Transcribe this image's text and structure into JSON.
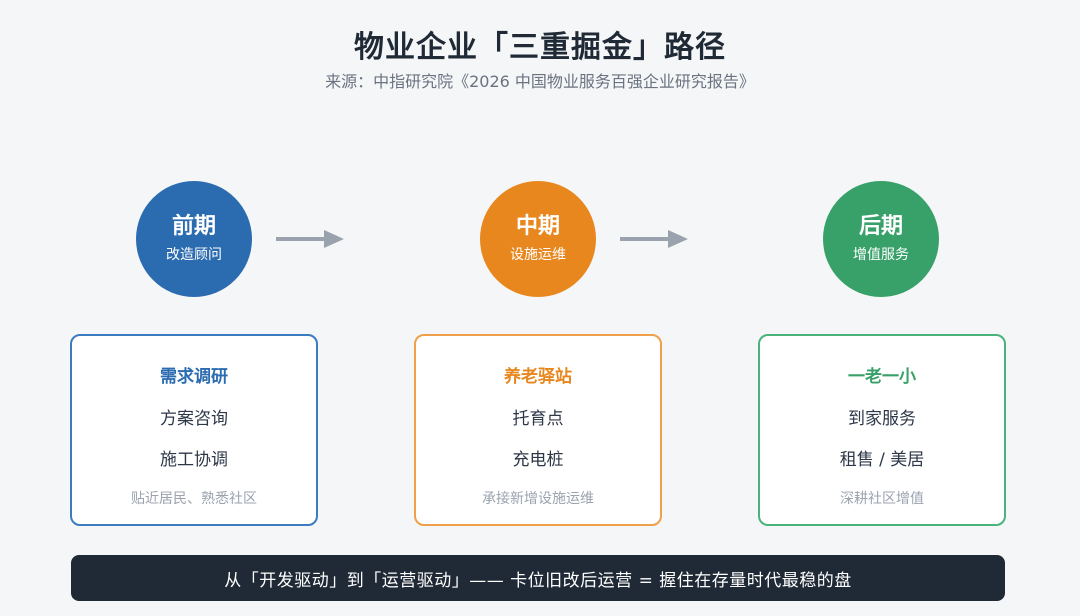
{
  "title": "物业企业「三重掘金」路径",
  "source": "来源：中指研究院《2026 中国物业服务百强企业研究报告》",
  "colors": {
    "early": "#2b6cb0",
    "middle": "#e8871e",
    "late": "#38a169",
    "arrow": "#9aa3ad",
    "banner": "#1f2a36"
  },
  "stages": [
    {
      "name": "前期",
      "sub": "改造顾问"
    },
    {
      "name": "中期",
      "sub": "设施运维"
    },
    {
      "name": "后期",
      "sub": "增值服务"
    }
  ],
  "cards": [
    {
      "head": "需求调研",
      "line1": "方案咨询",
      "line2": "施工协调",
      "note": "贴近居民、熟悉社区"
    },
    {
      "head": "养老驿站",
      "line1": "托育点",
      "line2": "充电桩",
      "note": "承接新增设施运维"
    },
    {
      "head": "一老一小",
      "line1": "到家服务",
      "line2": "租售 / 美居",
      "note": "深耕社区增值"
    }
  ],
  "banner": "从「开发驱动」到「运营驱动」—— 卡位旧改后运营 = 握住在存量时代最稳的盘"
}
